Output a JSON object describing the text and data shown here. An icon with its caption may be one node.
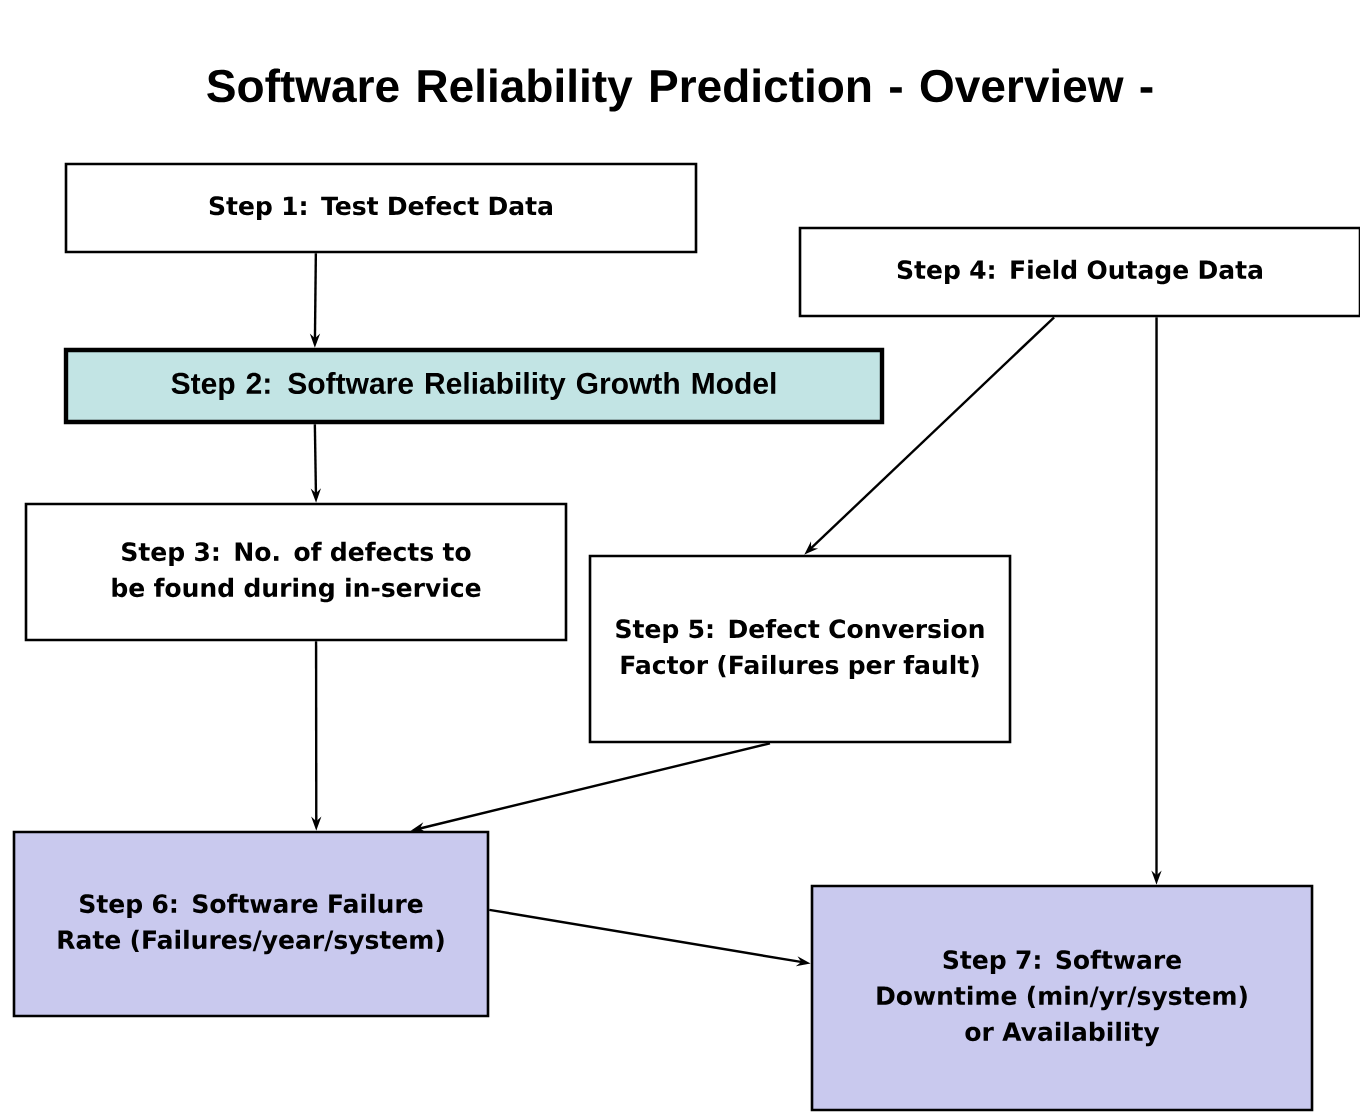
{
  "diagram": {
    "title": "Software Reliability Prediction - Overview -",
    "nodes": [
      {
        "text": [
          "Step 1: Test Defect Data"
        ]
      },
      {
        "text": [
          "Step 2: Software Reliability Growth Model"
        ]
      },
      {
        "text": [
          "Step 3: No. of defects to be found during in-service"
        ]
      },
      {
        "text": [
          "Step 4: Field Outage Data"
        ]
      },
      {
        "text": [
          "Step 5: Defect Conversion Factor (Failures per fault)"
        ]
      },
      {
        "text": [
          "Step 6: Software Failure Rate (Failures/year/system)"
        ]
      },
      {
        "text": [
          "Step 7: Software Downtime (min/yr/system) or Availability"
        ]
      }
    ],
    "edges": [
      {
        "from": 0,
        "to": 1,
        "arrow": "to"
      },
      {
        "from": 1,
        "to": 2,
        "arrow": "to"
      },
      {
        "from": 3,
        "to": 4,
        "arrow": "to"
      },
      {
        "from": 3,
        "to": 6,
        "arrow": "to"
      },
      {
        "from": 2,
        "to": 5,
        "arrow": "to"
      },
      {
        "from": 4,
        "to": 5,
        "arrow": "to"
      },
      {
        "from": 5,
        "to": 6,
        "arrow": "to"
      }
    ]
  }
}
